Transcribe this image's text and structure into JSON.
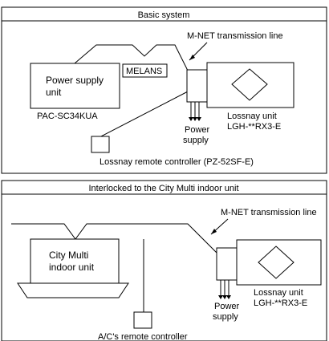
{
  "panel1": {
    "title": "Basic system",
    "mnet_label": "M-NET transmission line",
    "melans_label": "MELANS",
    "power_supply_unit_line1": "Power supply",
    "power_supply_unit_line2": "unit",
    "psu_model": "PAC-SC34KUA",
    "power_supply_line1": "Power",
    "power_supply_line2": "supply",
    "lossnay_line1": "Lossnay unit",
    "lossnay_line2": "LGH-**RX3-E",
    "remote_label": "Lossnay remote controller (PZ-52SF-E)"
  },
  "panel2": {
    "title": "Interlocked to the City Multi indoor unit",
    "mnet_label": "M-NET transmission line",
    "indoor_line1": "City Multi",
    "indoor_line2": "indoor unit",
    "power_supply_line1": "Power",
    "power_supply_line2": "supply",
    "lossnay_line1": "Lossnay unit",
    "lossnay_line2": "LGH-**RX3-E",
    "remote_label": "A/C's remote controller"
  }
}
